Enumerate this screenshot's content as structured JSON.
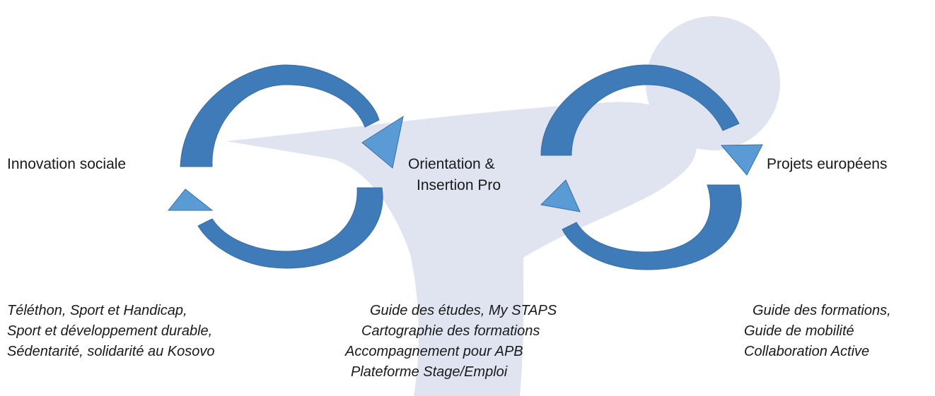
{
  "diagram": {
    "colors": {
      "arrow_fill": "#5b9bd5",
      "arrow_shade": "#3f7bb8",
      "arrow_stroke": "#3a6fa4",
      "watermark": "#dfe4f0",
      "text": "#1a1a1a"
    },
    "nodes": [
      {
        "id": "innovation",
        "label": "Innovation sociale"
      },
      {
        "id": "orientation",
        "label_lines": [
          "Orientation &",
          "Insertion Pro"
        ]
      },
      {
        "id": "projets",
        "label": "Projets européens"
      }
    ],
    "details": {
      "innovation": [
        "Téléthon, Sport et Handicap,",
        "Sport et développement durable,",
        "Sédentarité, solidarité au Kosovo"
      ],
      "orientation": [
        "Guide des études, My STAPS",
        "Cartographie des formations",
        "Accompagnement pour APB",
        "Plateforme Stage/Emploi"
      ],
      "projets": [
        "Guide des formations,",
        "Guide de mobilité",
        "Collaboration Active"
      ]
    },
    "cycles": [
      {
        "from": "innovation",
        "to": "orientation",
        "direction": "clockwise"
      },
      {
        "from": "orientation",
        "to": "projets",
        "direction": "clockwise"
      }
    ],
    "watermark_icon": "sport-figure-logo"
  }
}
